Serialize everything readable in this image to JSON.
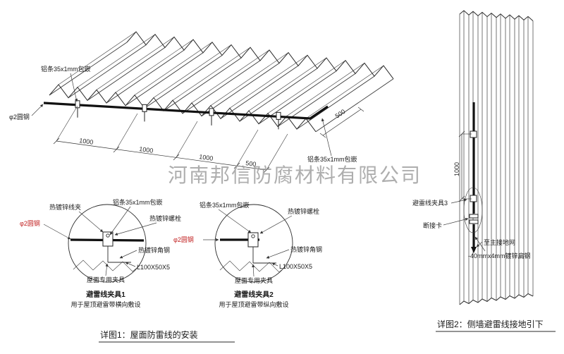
{
  "watermark": "河南邦信防腐材料有限公司",
  "main_view": {
    "strip_label_top": "铝条35x1mm包嵌",
    "strip_label_right": "铝条35x1mm包嵌",
    "rod_label": "φ2圆钢",
    "dims": [
      "1000",
      "1000",
      "1000",
      "500"
    ],
    "dim_right": "500"
  },
  "detail1": {
    "title": "避雷线夹具1",
    "subtitle": "用于屋顶避雷带横向敷设",
    "labels": {
      "wire_clamp": "热镀锌线夹",
      "strip": "铝条35x1mm包嵌",
      "bolt": "热镀锌螺栓",
      "rod": "φ2圆钢",
      "angle_steel": "热镀锌角钢",
      "angle_size": "L100X50X5",
      "roof_fixture": "屋面专用夹具"
    }
  },
  "detail2": {
    "title": "避雷线夹具2",
    "subtitle": "用于屋顶避雷带纵向敷设",
    "labels": {
      "strip": "铝条35x1mm包嵌",
      "bolt": "热镀锌螺栓",
      "rod": "φ2圆钢",
      "angle_steel": "热镀锌角钢",
      "angle_size": "L100X50X5",
      "roof_fixture": "屋面专用夹具"
    }
  },
  "wall_view": {
    "dim": "1000",
    "clamp_label": "避雷线夹具3",
    "disconnect_label": "断接卡",
    "ground_label": "至主接地网",
    "flat_steel_label": "-40mmx4mm镀锌扁钢"
  },
  "captions": {
    "fig1": "详图1：屋面防雷线的安装",
    "fig2": "详图2：侧墙避雷线接地引下"
  },
  "colors": {
    "line": "#2a2a2a",
    "accent_red": "#c22222",
    "watermark_gray": "#9a9a9a"
  }
}
